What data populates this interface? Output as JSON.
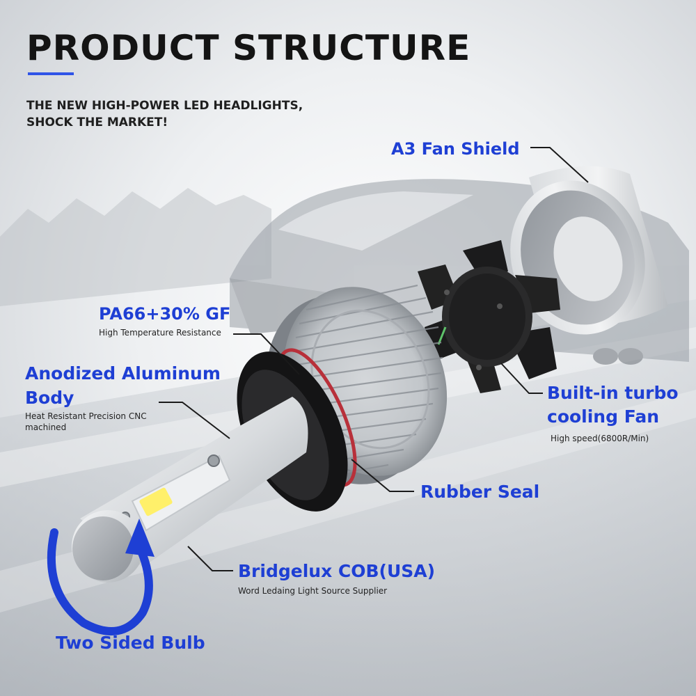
{
  "header": {
    "title": "PRODUCT STRUCTURE",
    "subtitle_line1": "THE NEW HIGH-POWER LED HEADLIGHTS,",
    "subtitle_line2": "SHOCK THE MARKET!"
  },
  "labels": {
    "fan_shield": {
      "title": "A3 Fan Shield"
    },
    "pa66": {
      "title": "PA66+30% GF",
      "caption": "High Temperature Resistance"
    },
    "aluminum": {
      "title_line1": "Anodized Aluminum",
      "title_line2": "Body",
      "caption_line1": "Heat Resistant Precision CNC",
      "caption_line2": "machined"
    },
    "turbo_fan": {
      "title_line1": "Built-in turbo",
      "title_line2": "cooling Fan",
      "caption": "High speed(6800R/Min)"
    },
    "rubber_seal": {
      "title": "Rubber Seal"
    },
    "cob": {
      "title": "Bridgelux COB(USA)",
      "caption": "Word Ledaing Light Source Supplier"
    },
    "two_sided": {
      "title": "Two Sided Bulb"
    }
  },
  "colors": {
    "accent_blue": "#1e3fd4",
    "title_black": "#141414",
    "cob_yellow": "#fff06a",
    "seal_red": "#b8303a"
  }
}
